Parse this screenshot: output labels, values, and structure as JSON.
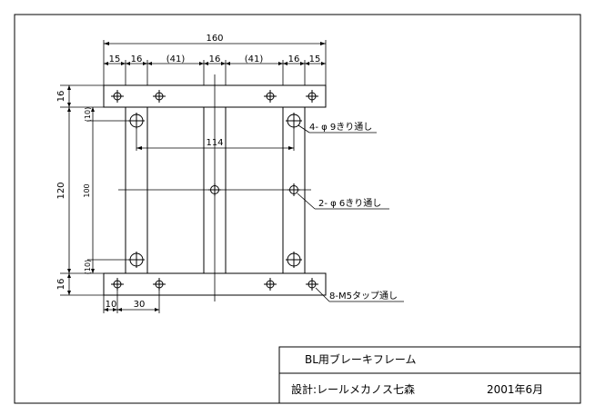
{
  "dimensions": {
    "overall_width": "160",
    "seg_left": "15",
    "seg_left2": "16",
    "seg_center_left": "(41)",
    "seg_center": "16",
    "seg_center_right": "(41)",
    "seg_right2": "16",
    "seg_right": "15",
    "top_plate_thickness": "16",
    "bottom_plate_thickness": "16",
    "overall_height": "120",
    "inner_height": "100",
    "hole_offset_top": "(10)",
    "hole_offset_bottom": "(10)",
    "hole_pitch": "114",
    "bottom_offset": "10",
    "bottom_spacing": "30"
  },
  "notes": {
    "holes_9": "4- φ 9きり通し",
    "holes_6": "2- φ 6きり通し",
    "taps_m5": "8-M5タップ通し"
  },
  "title_block": {
    "name": "BL用ブレーキフレーム",
    "designer": "設計:レールメカノス七森",
    "date": "2001年6月"
  }
}
